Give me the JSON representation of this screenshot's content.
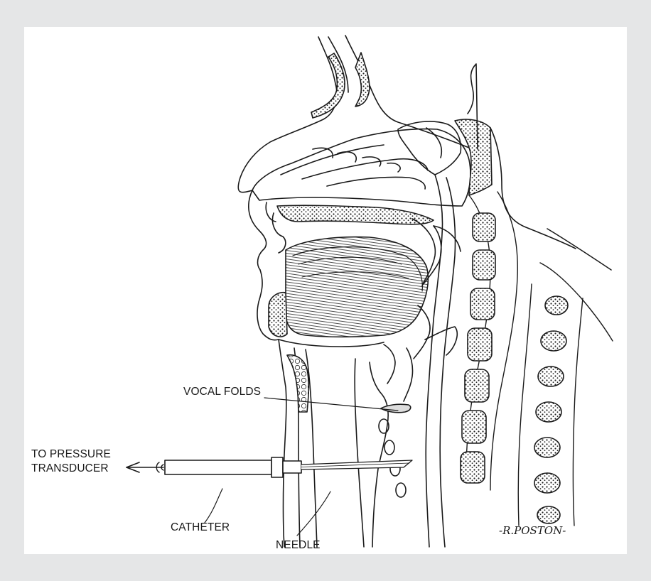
{
  "labels": {
    "vocal_folds": "VOCAL FOLDS",
    "pressure_line1": "TO PRESSURE",
    "pressure_line2": "TRANSDUCER",
    "catheter": "CATHETER",
    "needle": "NEEDLE"
  },
  "signature": "-R.POSTON-",
  "colors": {
    "background": "#e5e6e7",
    "panel": "#ffffff",
    "ink": "#1a1a1a"
  }
}
